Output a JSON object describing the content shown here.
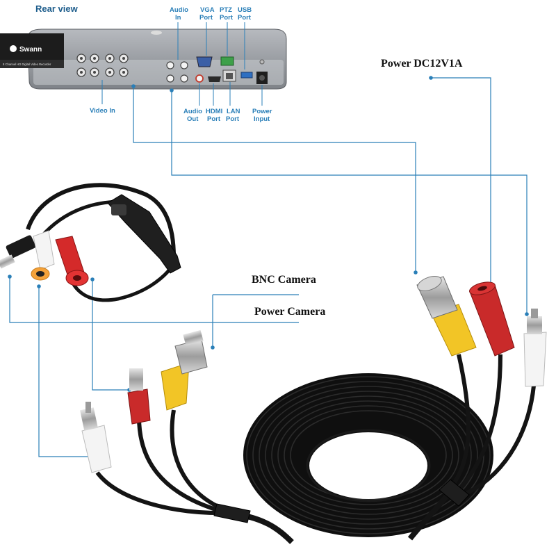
{
  "title": "Rear view",
  "dvr": {
    "brand": "Swann",
    "subtitle": "8 Channel HD Digital Video Recorder"
  },
  "ports": {
    "audio_in": [
      "Audio",
      "In"
    ],
    "vga": [
      "VGA",
      "Port"
    ],
    "ptz": [
      "PTZ",
      "Port"
    ],
    "usb": [
      "USB",
      "Port"
    ],
    "video_in": "Video In",
    "audio_out": [
      "Audio",
      "Out"
    ],
    "hdmi": [
      "HDMI",
      "Port"
    ],
    "lan": [
      "LAN",
      "Port"
    ],
    "power_input": [
      "Power",
      "Input"
    ]
  },
  "callouts": {
    "power_dc": "Power  DC12V1A",
    "bnc_camera": "BNC Camera",
    "power_camera": "Power Camera"
  },
  "colors": {
    "leader_line": "#2a7fb8",
    "dvr_body": "#8e9196",
    "cable": "#141414",
    "bnc_yellow": "#f2c526",
    "power_red": "#c92a2a",
    "audio_white": "#f4f4f4"
  }
}
